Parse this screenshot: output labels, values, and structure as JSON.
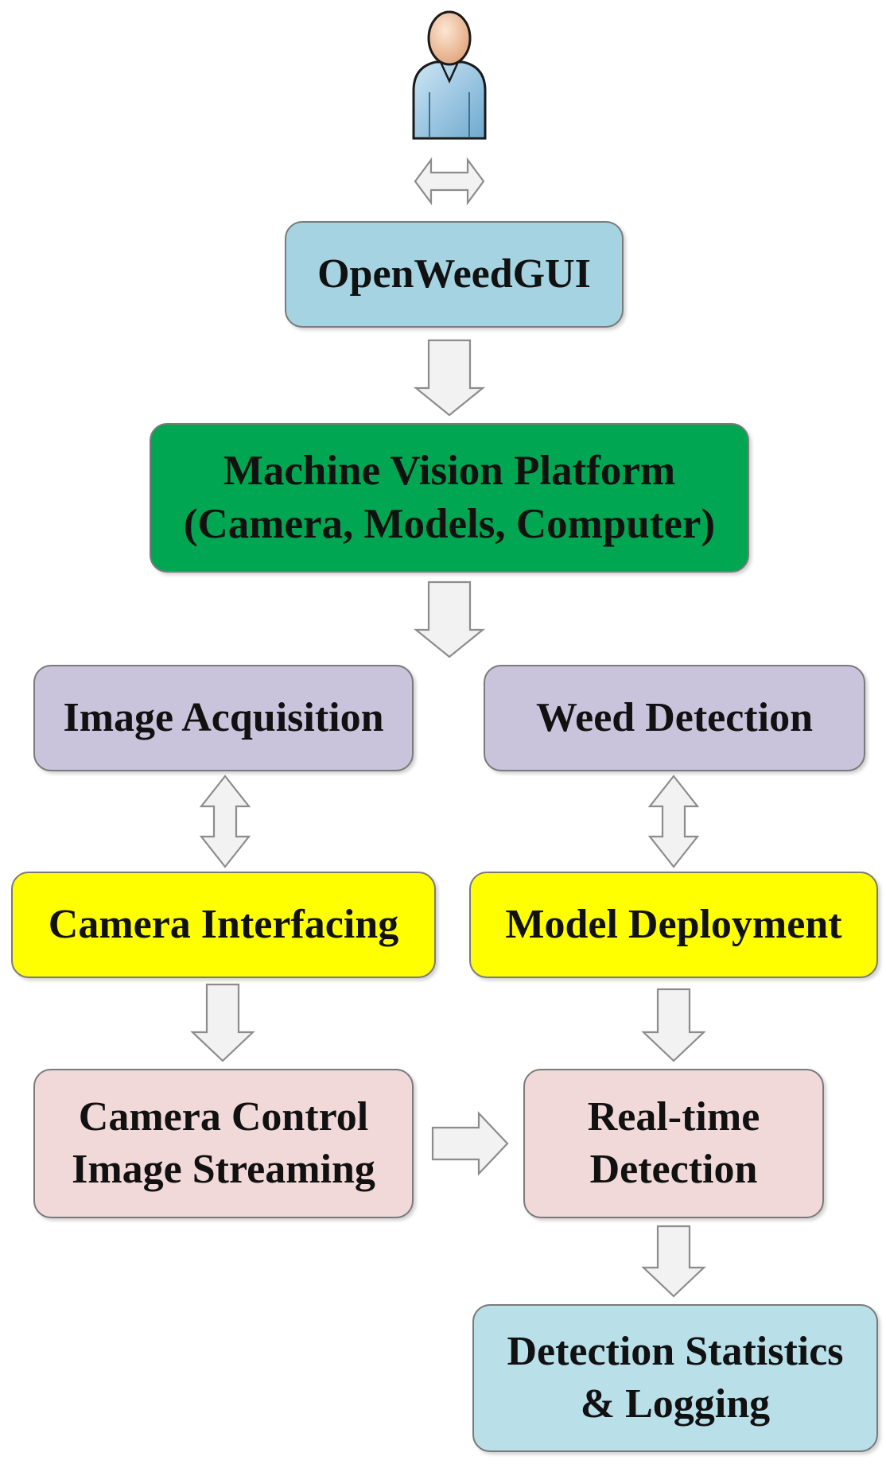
{
  "nodes": {
    "openweedgui": "OpenWeedGUI",
    "machine_vision": "Machine Vision Platform\n(Camera, Models, Computer)",
    "image_acquisition": "Image Acquisition",
    "weed_detection": "Weed Detection",
    "camera_interfacing": "Camera Interfacing",
    "model_deployment": "Model Deployment",
    "camera_control": "Camera Control\nImage Streaming",
    "realtime_detection": "Real-time\nDetection",
    "detection_statistics": "Detection Statistics\n& Logging"
  },
  "colors": {
    "blue_box": "#a5d3e1",
    "green_box": "#00a651",
    "purple_box": "#cac3dc",
    "yellow_box": "#ffff00",
    "pink_box": "#f2d9d9",
    "light_blue_box": "#b9dfe8",
    "arrow_fill": "#f2f2f2",
    "arrow_stroke": "#8c8c8c"
  },
  "icons": {
    "user": "user-icon"
  }
}
